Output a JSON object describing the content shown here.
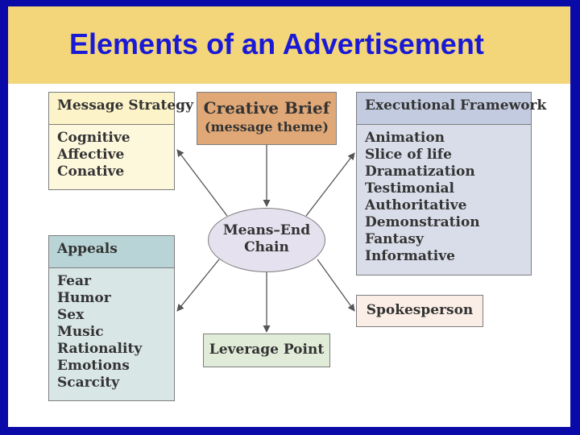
{
  "title": "Elements of an Advertisement",
  "center": {
    "line1": "Means–End",
    "line2": "Chain"
  },
  "creative_brief": {
    "title": "Creative Brief",
    "subtitle": "(message theme)"
  },
  "message_strategy": {
    "header": "Message Strategy",
    "items": [
      "Cognitive",
      "Affective",
      "Conative"
    ]
  },
  "executional_framework": {
    "header": "Executional Framework",
    "items": [
      "Animation",
      "Slice of life",
      "Dramatization",
      "Testimonial",
      "Authoritative",
      "Demonstration",
      "Fantasy",
      "Informative"
    ]
  },
  "appeals": {
    "header": "Appeals",
    "items": [
      "Fear",
      "Humor",
      "Sex",
      "Music",
      "Rationality",
      "Emotions",
      "Scarcity"
    ]
  },
  "spokesperson": "Spokesperson",
  "leverage_point": "Leverage Point",
  "colors": {
    "background": "#0a0aa8",
    "title_band": "#f3d67a",
    "title_text": "#1a1ad6",
    "creative_brief": "#e0a877",
    "executional_framework": "#c3cbe0",
    "appeals": "#b9d4d6"
  }
}
